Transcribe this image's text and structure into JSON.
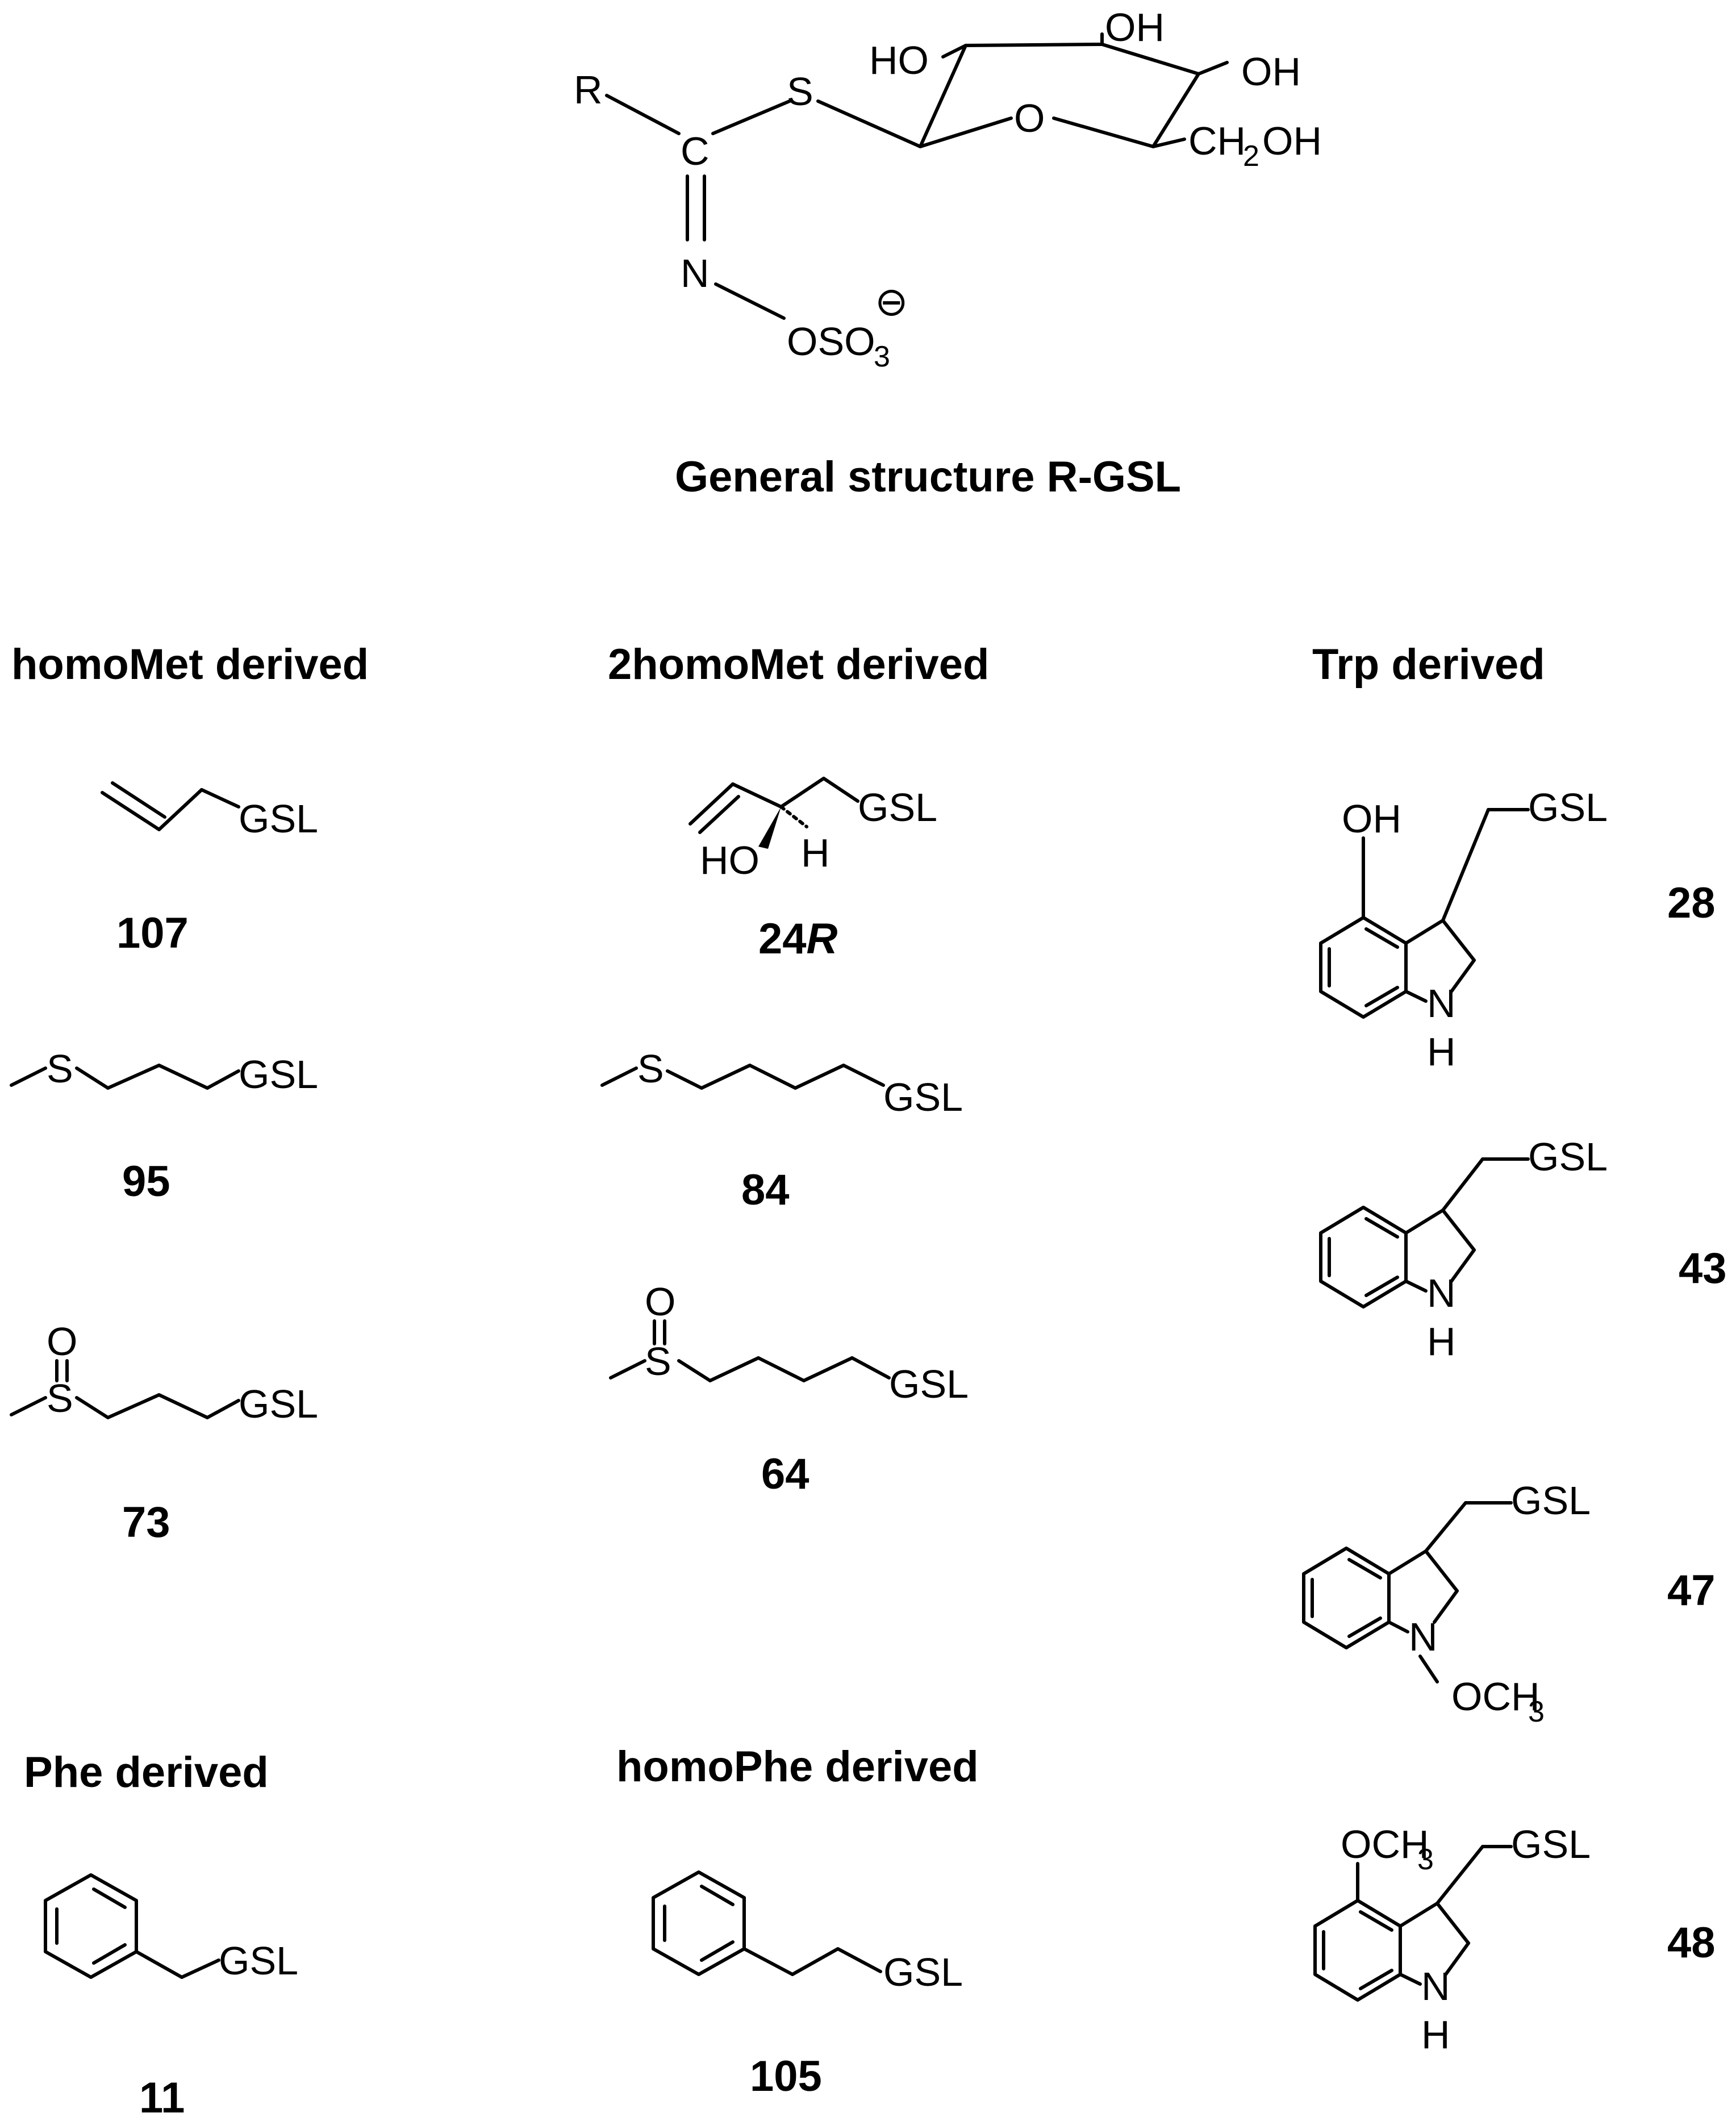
{
  "general": {
    "caption": "General structure  R-GSL",
    "atoms": {
      "r": "R",
      "s": "S",
      "c": "C",
      "n": "N",
      "o_ring": "O",
      "ho": "HO",
      "oh_top": "OH",
      "oh_right": "OH",
      "ch2oh_a": "CH",
      "ch2oh_sub": "2",
      "ch2oh_b": "OH",
      "oso3_a": "OSO",
      "oso3_sub": "3",
      "charge": "⊖"
    }
  },
  "headers": {
    "homomet": "homoMet derived",
    "dihomomet": "2homoMet derived",
    "trp": "Trp derived",
    "phe": "Phe derived",
    "homophe": "homoPhe derived"
  },
  "common": {
    "gsl": "GSL",
    "s": "S",
    "o": "O",
    "oh": "OH",
    "ho": "HO",
    "h": "H",
    "nh_n": "N",
    "nh_h": "H",
    "och3_a": "OCH",
    "och3_sub": "3"
  },
  "compounds": {
    "c107": "107",
    "c24r_num": "24",
    "c24r_suffix": "R",
    "c95": "95",
    "c84": "84",
    "c73": "73",
    "c64": "64",
    "c28": "28",
    "c43": "43",
    "c47": "47",
    "c48": "48",
    "c11": "11",
    "c105": "105"
  }
}
